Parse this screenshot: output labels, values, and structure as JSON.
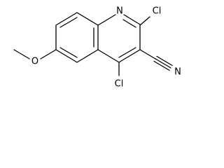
{
  "molecule": {
    "atoms": {
      "n1": "N",
      "cl2": "Cl",
      "cl4": "Cl",
      "n_nitrile": "N",
      "o_methoxy": "O"
    }
  }
}
